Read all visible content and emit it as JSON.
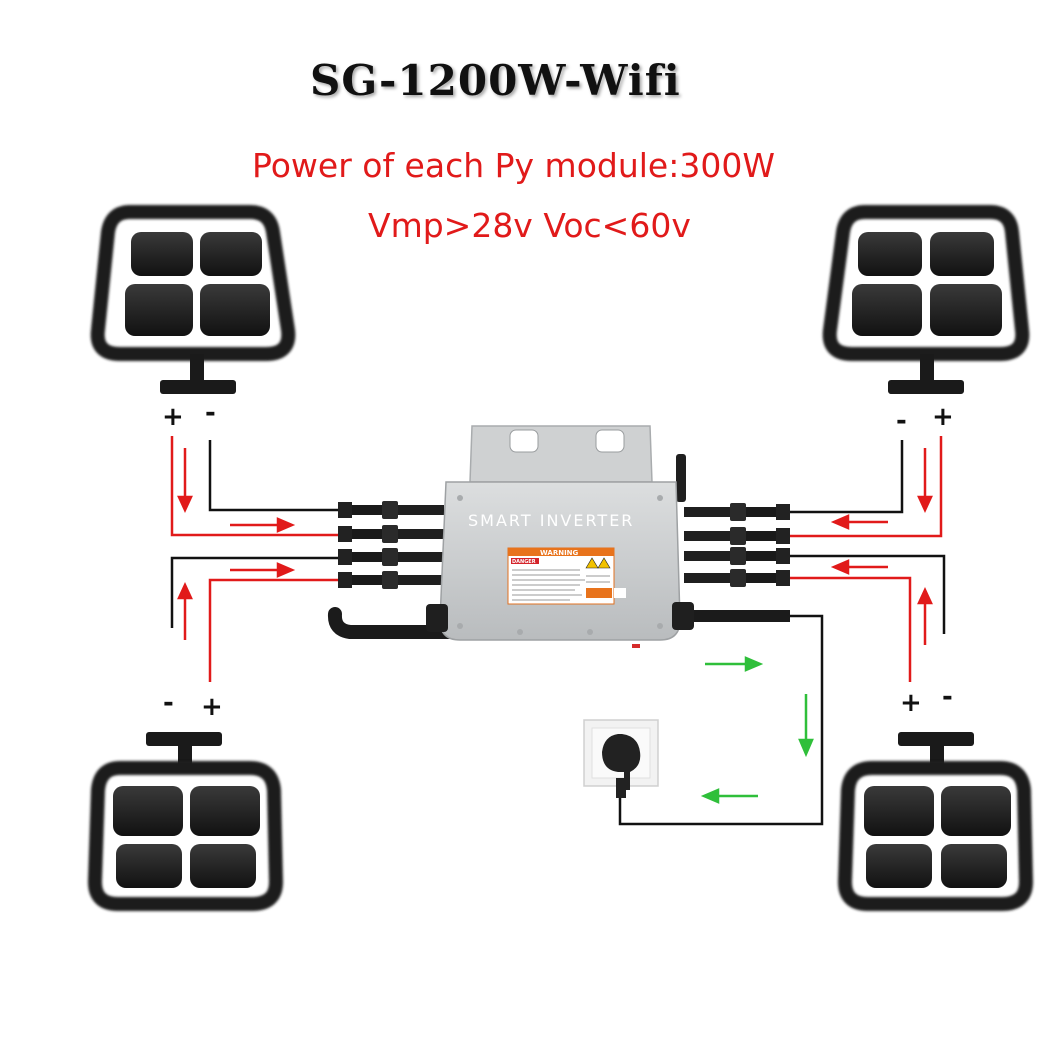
{
  "title": "SG-1200W-Wifi",
  "specs": {
    "line1": "Power of each Py module:300W",
    "line2": "Vmp>28v Voc<60v"
  },
  "inverter": {
    "label": "SMART INVERTER",
    "warning_label": "WARNING",
    "danger_label": "DANGER"
  },
  "panels": {
    "top_left": {
      "terminal_left": "+",
      "terminal_right": "-"
    },
    "top_right": {
      "terminal_left": "-",
      "terminal_right": "+"
    },
    "bottom_left": {
      "terminal_left": "-",
      "terminal_right": "+"
    },
    "bottom_right": {
      "terminal_left": "+",
      "terminal_right": "-"
    }
  },
  "colors": {
    "dc_wire": "#e11a1a",
    "ac_flow": "#2fbf3a",
    "wire": "#111111",
    "inverter_body": "#c9cbcc"
  }
}
